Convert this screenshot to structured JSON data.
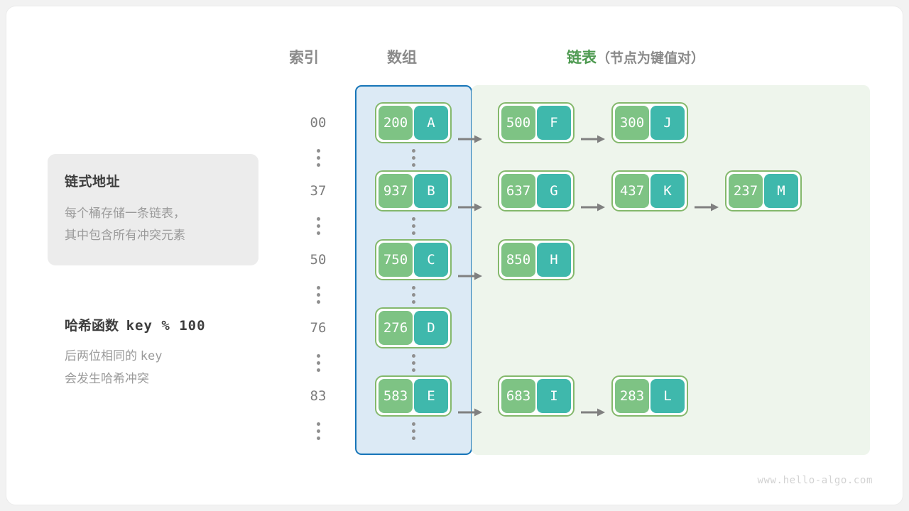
{
  "footer": {
    "url": "www.hello-algo.com"
  },
  "headers": {
    "index": "索引",
    "array": "数组",
    "list_accent": "链表",
    "list_sub": "（节点为键值对）"
  },
  "info_panel": {
    "title": "链式地址",
    "line1": "每个桶存储一条链表，",
    "line2": "其中包含所有冲突元素"
  },
  "hash_note": {
    "label": "哈希函数",
    "formula": "key % 100",
    "line1_a": "后两位相同的",
    "line1_b": "key",
    "line2": "会发生哈希冲突"
  },
  "colors": {
    "array_panel_fill": "#dceaf5",
    "array_panel_border": "#1675b8",
    "list_panel_fill": "#eef5ec",
    "node_border": "#84b86c",
    "key_cell": "#7ec384",
    "value_cell": "#3fb8ac",
    "arrow": "#808080",
    "accent_green": "#4e9a51",
    "index_text": "#7d7d7d"
  },
  "rows": [
    {
      "index": "00",
      "bucket": {
        "key": "200",
        "value": "A"
      },
      "chain": [
        {
          "key": "500",
          "value": "F"
        },
        {
          "key": "300",
          "value": "J"
        }
      ]
    },
    {
      "index": "37",
      "bucket": {
        "key": "937",
        "value": "B"
      },
      "chain": [
        {
          "key": "637",
          "value": "G"
        },
        {
          "key": "437",
          "value": "K"
        },
        {
          "key": "237",
          "value": "M"
        }
      ]
    },
    {
      "index": "50",
      "bucket": {
        "key": "750",
        "value": "C"
      },
      "chain": [
        {
          "key": "850",
          "value": "H"
        }
      ]
    },
    {
      "index": "76",
      "bucket": {
        "key": "276",
        "value": "D"
      },
      "chain": []
    },
    {
      "index": "83",
      "bucket": {
        "key": "583",
        "value": "E"
      },
      "chain": [
        {
          "key": "683",
          "value": "I"
        },
        {
          "key": "283",
          "value": "L"
        }
      ]
    }
  ]
}
